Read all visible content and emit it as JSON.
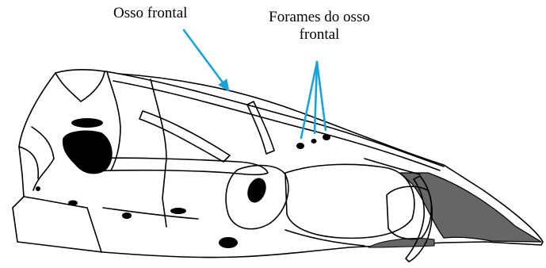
{
  "labels": {
    "frontal_bone": "Osso frontal",
    "foramina_line1": "Forames do osso",
    "foramina_line2": "frontal"
  },
  "colors": {
    "outline": "#000000",
    "pointer": "#1aa3db",
    "shade": "#666666",
    "fill": "#ffffff"
  }
}
